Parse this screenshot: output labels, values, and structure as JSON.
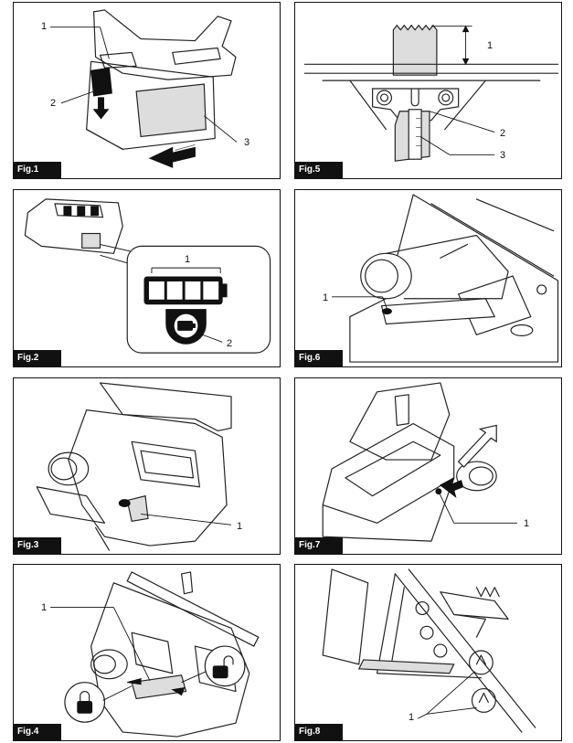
{
  "figures": [
    {
      "id": "fig1",
      "label": "Fig.1",
      "callouts": [
        "1",
        "2",
        "3"
      ]
    },
    {
      "id": "fig2",
      "label": "Fig.2",
      "callouts": [
        "1",
        "2"
      ]
    },
    {
      "id": "fig3",
      "label": "Fig.3",
      "callouts": [
        "1"
      ]
    },
    {
      "id": "fig4",
      "label": "Fig.4",
      "callouts": [
        "1"
      ]
    },
    {
      "id": "fig5",
      "label": "Fig.5",
      "callouts": [
        "1",
        "2",
        "3"
      ]
    },
    {
      "id": "fig6",
      "label": "Fig.6",
      "callouts": [
        "1"
      ]
    },
    {
      "id": "fig7",
      "label": "Fig.7",
      "callouts": [
        "1"
      ]
    },
    {
      "id": "fig8",
      "label": "Fig.8",
      "callouts": [
        "1"
      ]
    }
  ]
}
